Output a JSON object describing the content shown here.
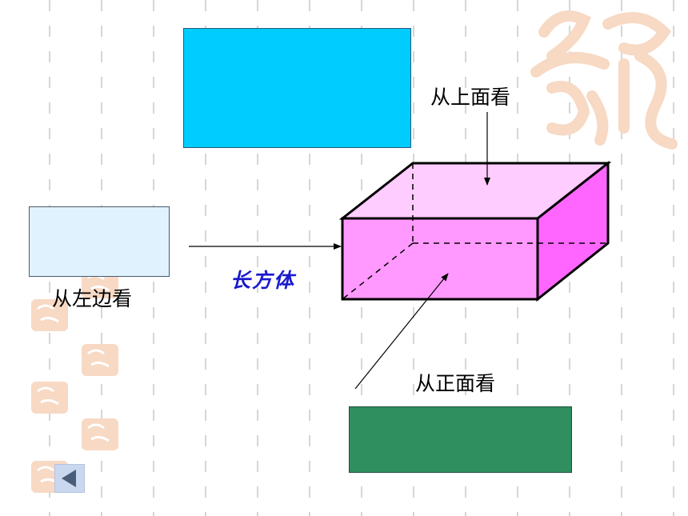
{
  "views": {
    "top": {
      "label": "从上面看",
      "color": "#00CCFF"
    },
    "left": {
      "label": "从左边看",
      "color": "#E0F2FE"
    },
    "front": {
      "label": "从正面看",
      "color": "#2F8F5F"
    }
  },
  "cuboid": {
    "label": "长方体",
    "top_face_color": "#FFCCFF",
    "front_face_color": "#FF99FF",
    "side_face_color": "#FF66FF",
    "label_color": "#1a1acc"
  },
  "decoration": {
    "seal_color": "#F7D9C4",
    "grid_color": "#D6D6D6"
  },
  "navigation": {
    "back_icon": "back-arrow-icon"
  }
}
